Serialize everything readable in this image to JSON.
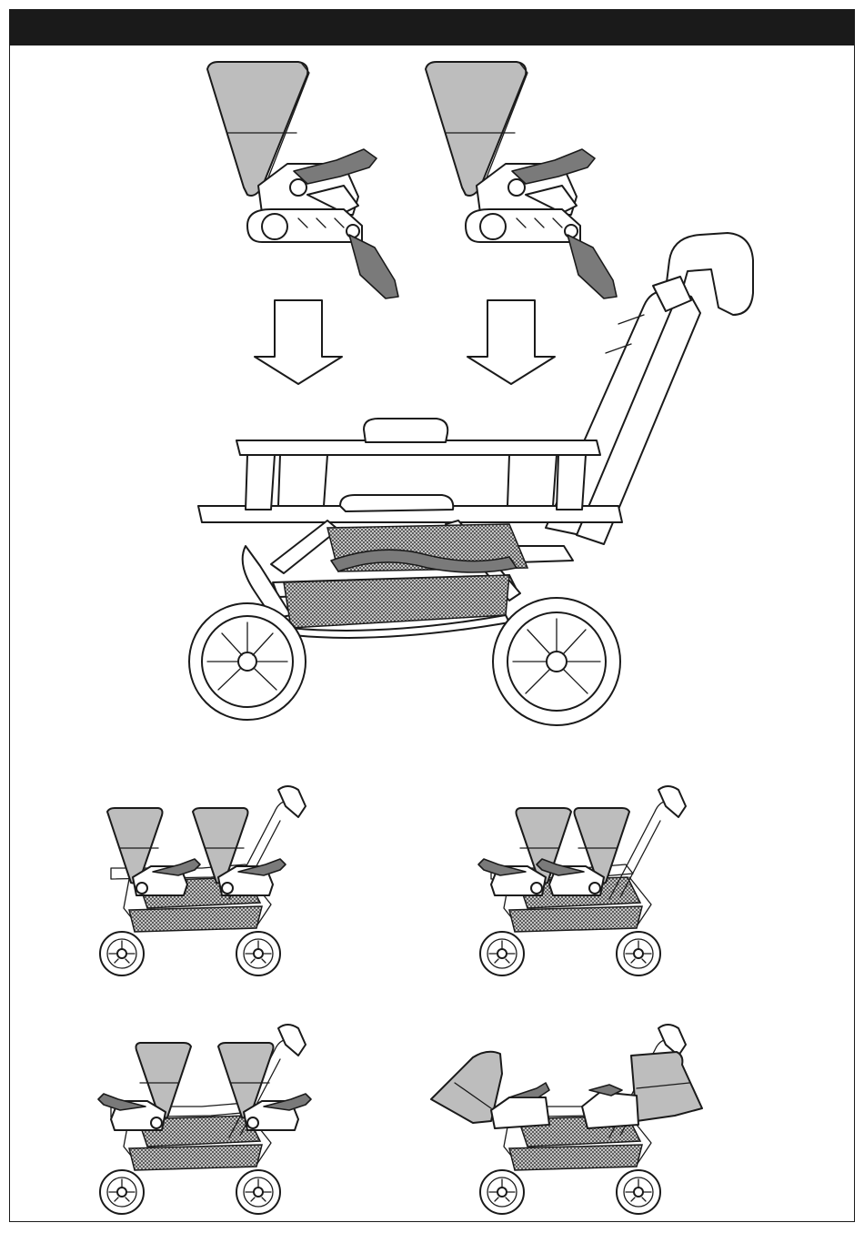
{
  "page": {
    "header_text": "",
    "figure_count": 5
  },
  "figures": {
    "main": "assembly",
    "configs": [
      "both-seats-facing-forward",
      "both-seats-facing-rear",
      "both-seats-facing-each-other",
      "both-seats-reclined"
    ]
  },
  "colors": {
    "ink": "#1a1a1a",
    "fabric_grey": "#bdbdbd",
    "mesh_dark": "#7a7a7a"
  },
  "icons": [
    "down-arrow-icon",
    "down-arrow-icon"
  ]
}
